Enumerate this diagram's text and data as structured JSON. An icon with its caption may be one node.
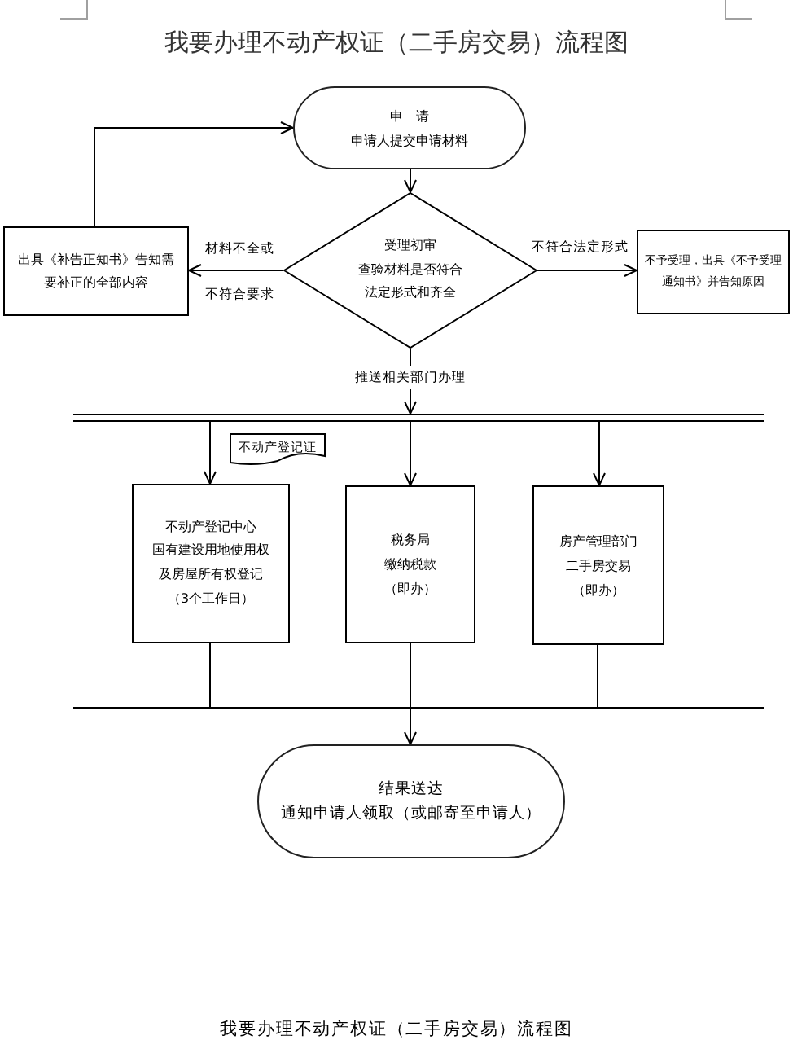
{
  "diagram": {
    "title": "我要办理不动产权证（二手房交易）流程图",
    "caption": "我要办理不动产权证（二手房交易）流程图",
    "nodes": [
      {
        "text": [
          "申　请",
          "申请人提交申请材料"
        ]
      },
      {
        "text": [
          "受理初审",
          "查验材料是否符合法定形式和齐全"
        ]
      },
      {
        "text": [
          "出具《补告正知书》告知需要补正的全部内容"
        ]
      },
      {
        "text": [
          "不予受理，出具《不予受理通知书》并告知原因"
        ]
      },
      {
        "text": [],
        "shape": "bar"
      },
      {
        "text": [
          "不动产登记证"
        ]
      },
      {
        "text": [
          "不动产登记中心",
          "国有建设用地使用权及房屋所有权登记",
          "（3个工作日）"
        ]
      },
      {
        "text": [
          "税务局",
          "缴纳税款",
          "（即办）"
        ]
      },
      {
        "text": [
          "房产管理部门",
          "二手房交易",
          "（即办）"
        ]
      },
      {
        "text": [],
        "shape": "bar"
      },
      {
        "text": [
          "结果送达",
          "通知申请人领取（或邮寄至申请人）"
        ]
      }
    ],
    "edges": [
      {
        "from": 0,
        "to": 1,
        "arrow": "to"
      },
      {
        "from": 1,
        "to": 2,
        "arrow": "to",
        "label": "材料不全或不符合要求"
      },
      {
        "from": 1,
        "to": 3,
        "arrow": "to",
        "label": "不符合法定形式"
      },
      {
        "from": 2,
        "to": 0,
        "arrow": "to"
      },
      {
        "from": 1,
        "to": 4,
        "arrow": "to",
        "label": "推送相关部门办理"
      },
      {
        "from": 4,
        "to": 6,
        "arrow": "to"
      },
      {
        "from": 4,
        "to": 7,
        "arrow": "to"
      },
      {
        "from": 4,
        "to": 8,
        "arrow": "to"
      },
      {
        "from": 6,
        "to": 9,
        "arrow": "none"
      },
      {
        "from": 7,
        "to": 9,
        "arrow": "none"
      },
      {
        "from": 8,
        "to": 9,
        "arrow": "none"
      },
      {
        "from": 9,
        "to": 10,
        "arrow": "to"
      }
    ]
  }
}
